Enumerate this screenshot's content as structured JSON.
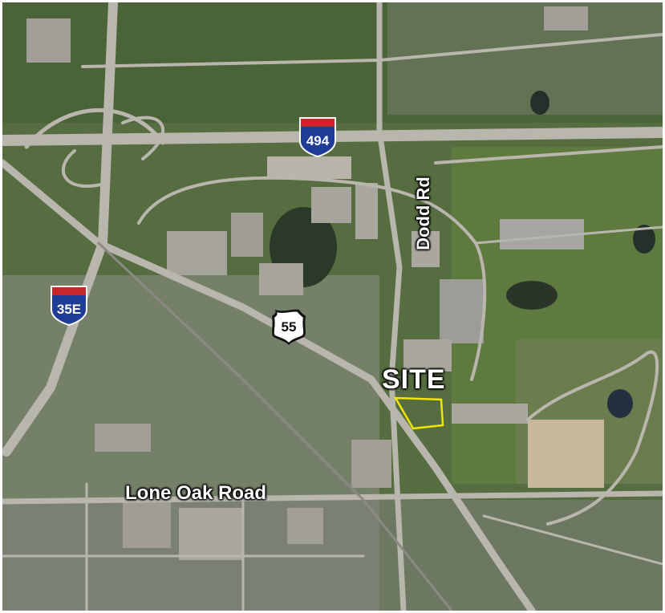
{
  "labels": {
    "lone_oak_road": "Lone Oak Road",
    "dodd_rd": "Dodd Rd",
    "site": "SITE"
  },
  "shields": {
    "i494": "494",
    "i35e": "35E",
    "us55": "55"
  },
  "colors": {
    "site_outline": "#f2e600",
    "interstate_blue": "#1f3c96",
    "interstate_red": "#c8262b",
    "road": "#b9b6ad"
  }
}
